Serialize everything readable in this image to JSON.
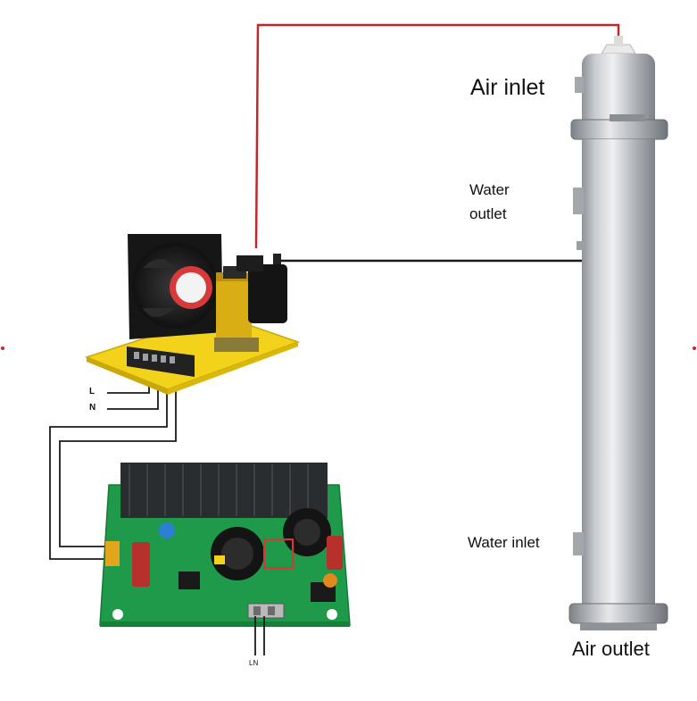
{
  "labels": {
    "air_inlet": "Air inlet",
    "water_outlet_line1": "Water",
    "water_outlet_line2": "outlet",
    "water_inlet": "Water inlet",
    "air_outlet": "Air outlet",
    "live": "L",
    "neutral": "N",
    "power_input": "LN"
  },
  "colors": {
    "hv_wire": "#c0282d",
    "signal_wire": "#1a1a1a",
    "tube": "#c9ccd0",
    "pcb": "#1f9a4a",
    "mount_plate": "#f2d21a"
  },
  "icons": {
    "cooling_fan": "fan-icon",
    "transformer": "transformer-icon",
    "terminal_block": "terminal-block-icon",
    "circuit_board": "circuit-board-icon",
    "reactor_tube": "ozone-tube-icon"
  }
}
